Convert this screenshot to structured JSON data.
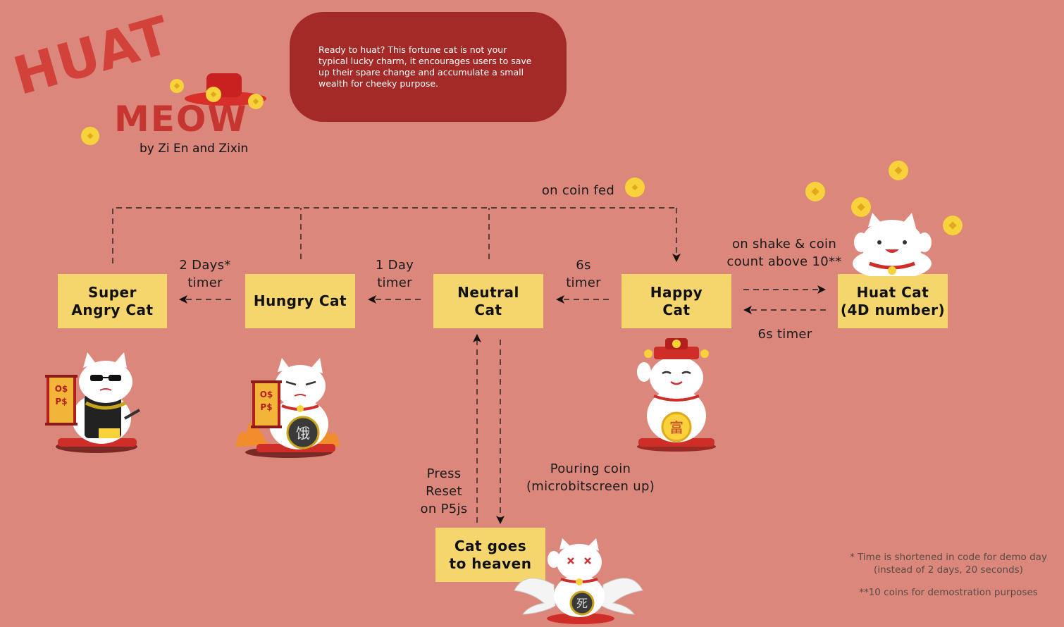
{
  "logo": {
    "word1": "HUAT",
    "word2": "MEOW",
    "byline": "by Zi En and Zixin"
  },
  "intro_text": "Ready to huat? This fortune cat is not your typical lucky charm, it encourages users to save up their spare change and accumulate a small wealth for cheeky purpose.",
  "states": {
    "super_angry": "Super\nAngry Cat",
    "hungry": "Hungry Cat",
    "neutral": "Neutral\nCat",
    "happy": "Happy\nCat",
    "huat": "Huat Cat\n(4D number)",
    "heaven": "Cat goes\nto heaven"
  },
  "transitions": {
    "on_coin_fed": "on coin fed",
    "two_days": "2 Days*\ntimer",
    "one_day": "1 Day\ntimer",
    "six_s_happy": "6s\ntimer",
    "shake": "on shake & coin\ncount above 10**",
    "six_s_huat": "6s timer",
    "press_reset": "Press\nReset\non P5js",
    "pouring": "Pouring coin\n(microbitscreen up)"
  },
  "cat_badges": {
    "sign": "O$P$",
    "hungry_char": "饿",
    "happy_char": "富",
    "heaven_char": "死"
  },
  "footnotes": {
    "time": "* Time is shortened in code for demo day\n(instead of 2 days, 20 seconds)",
    "coins": "**10 coins for demostration purposes"
  },
  "colors": {
    "background": "#dc877b",
    "state_box": "#f5d66d",
    "intro_box": "#a42a27",
    "coin": "#f7d23a",
    "cat_red": "#d93a30"
  }
}
